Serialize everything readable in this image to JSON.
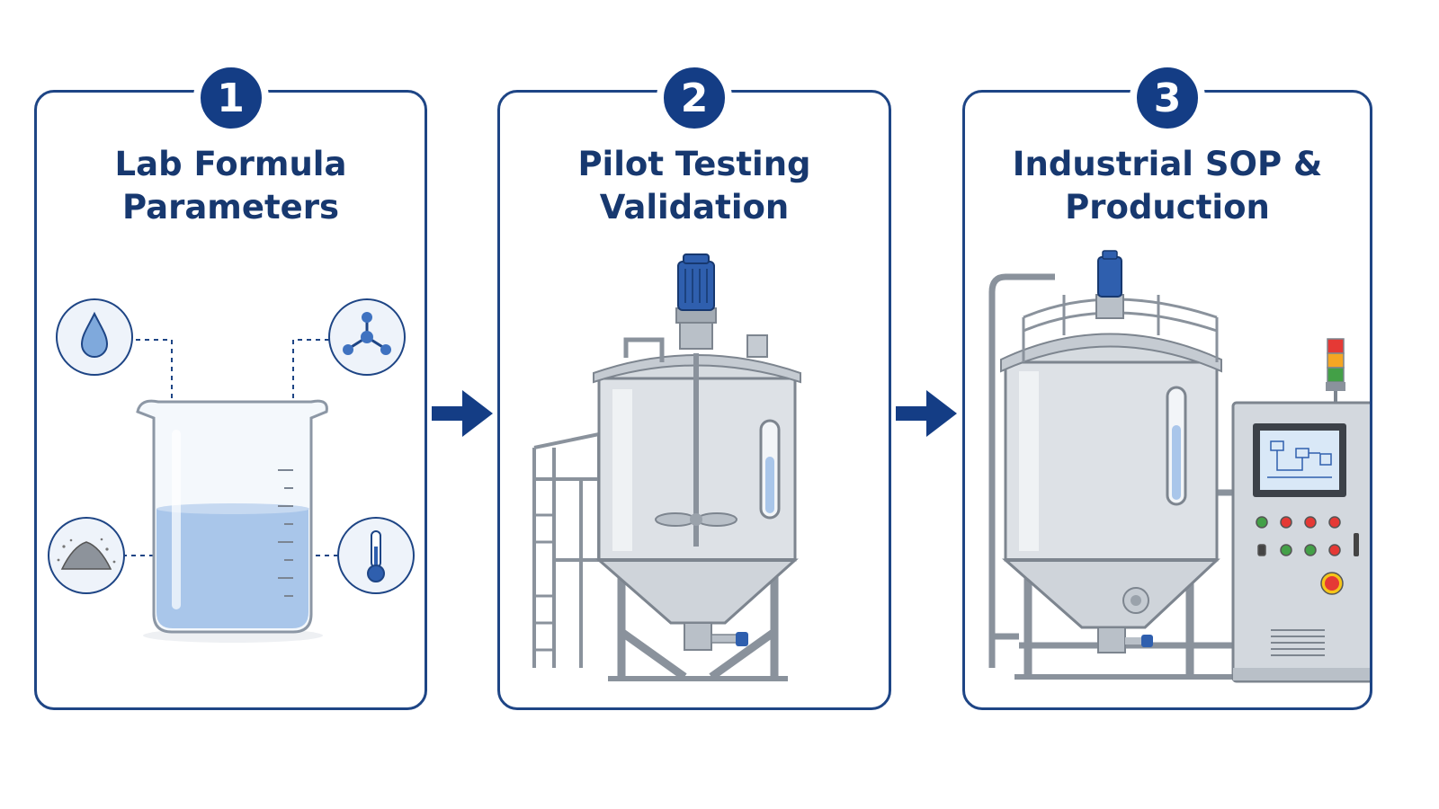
{
  "steps": [
    {
      "number": "1",
      "title_line1": "Lab Formula",
      "title_line2": "Parameters"
    },
    {
      "number": "2",
      "title_line1": "Pilot Testing",
      "title_line2": "Validation"
    },
    {
      "number": "3",
      "title_line1": "Industrial SOP &",
      "title_line2": "Production"
    }
  ],
  "colors": {
    "border": "#1e4585",
    "accent": "#143d85",
    "steel": "#c9ced4",
    "liquid": "#a9c6ea",
    "light_red": "#e53935",
    "light_amber": "#f5a623",
    "light_green": "#43a047"
  },
  "icons": [
    "droplet-icon",
    "molecule-icon",
    "powder-icon",
    "thermometer-icon",
    "beaker-icon",
    "pilot-tank-icon",
    "industrial-tank-icon",
    "control-panel-icon"
  ]
}
